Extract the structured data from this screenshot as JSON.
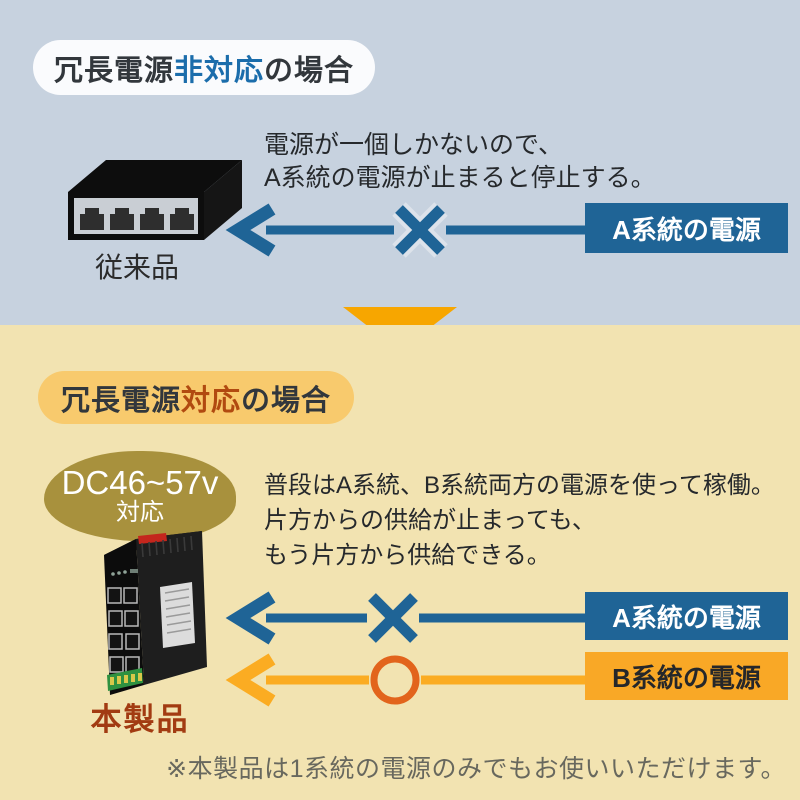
{
  "colors": {
    "top_bg": "#c7d2df",
    "bottom_bg": "#f2e3b1",
    "blue": "#1f6496",
    "blue_highlight": "#1b6dab",
    "orange": "#f9a826",
    "orange_arrow": "#fbac22",
    "triangle_orange": "#f7a600",
    "circle_ok": "#e2641c",
    "pill2_bg": "#f8ca6d",
    "pill2_highlight": "#b14a10",
    "olive": "#a8913d",
    "product_label": "#a23b12",
    "footnote_gray": "#68685e",
    "text_dark": "#32373c"
  },
  "top": {
    "header": {
      "prefix": "冗長電源",
      "highlight": "非対応",
      "suffix": "の場合"
    },
    "desc": [
      "電源が一個しかないので、",
      "A系統の電源が止まると停止する。"
    ],
    "device_label": "従来品",
    "power_a_label": "A系統の電源"
  },
  "bottom": {
    "header": {
      "prefix": "冗長電源",
      "highlight": "対応",
      "suffix": "の場合"
    },
    "dc_badge": {
      "line1": "DC46~57v",
      "line2": "対応"
    },
    "desc": [
      "普段はA系統、B系統両方の電源を使って稼働。",
      "片方からの供給が止まっても、",
      "もう片方から供給できる。"
    ],
    "device_label": "本製品",
    "power_a_label": "A系統の電源",
    "power_b_label": "B系統の電源",
    "footnote": "※本製品は1系統の電源のみでもお使いいただけます。"
  }
}
